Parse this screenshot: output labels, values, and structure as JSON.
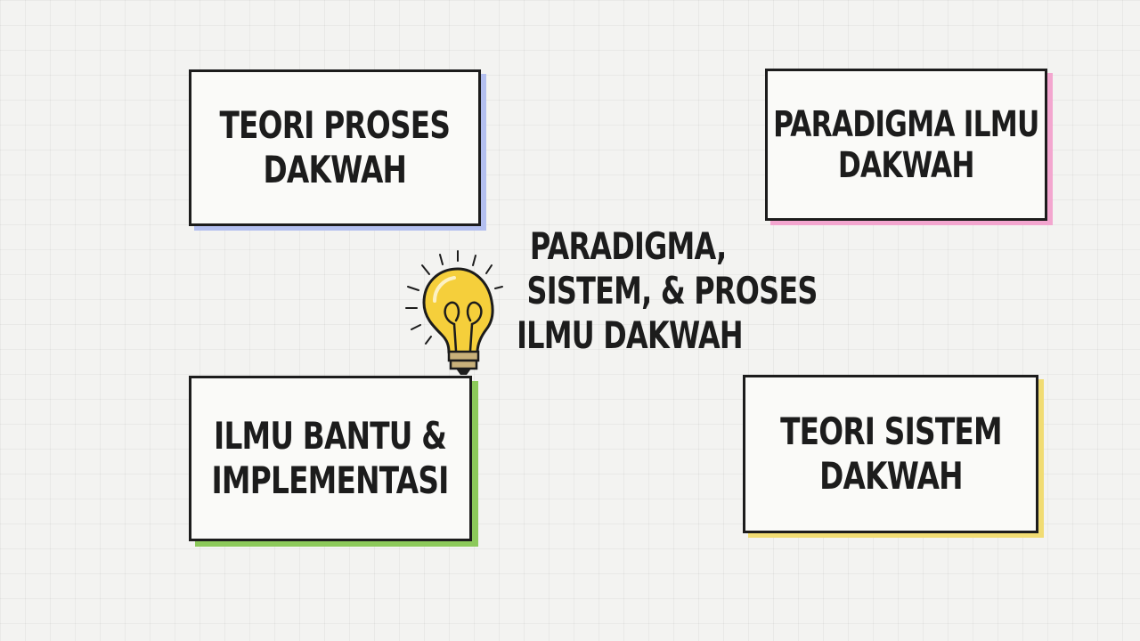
{
  "center": {
    "line1": "PARADIGMA,",
    "line2": "SISTEM, & PROSES",
    "line3": "ILMU DAKWAH",
    "icon": "lightbulb-icon"
  },
  "cards": {
    "top_left": {
      "line1": "TEORI PROSES",
      "line2": "DAKWAH",
      "accent": "#b3bfef"
    },
    "top_right": {
      "line1": "PARADIGMA ILMU",
      "line2": "DAKWAH",
      "accent": "#f3a6cf"
    },
    "bottom_left": {
      "line1": "ILMU BANTU &",
      "line2": "IMPLEMENTASI",
      "accent": "#8cc95a"
    },
    "bottom_right": {
      "line1": "TEORI SISTEM",
      "line2": "DAKWAH",
      "accent": "#f1dc73"
    }
  },
  "colors": {
    "background": "#f3f3f1",
    "ink": "#1c1c1c",
    "bulb": "#f5cf3b"
  }
}
